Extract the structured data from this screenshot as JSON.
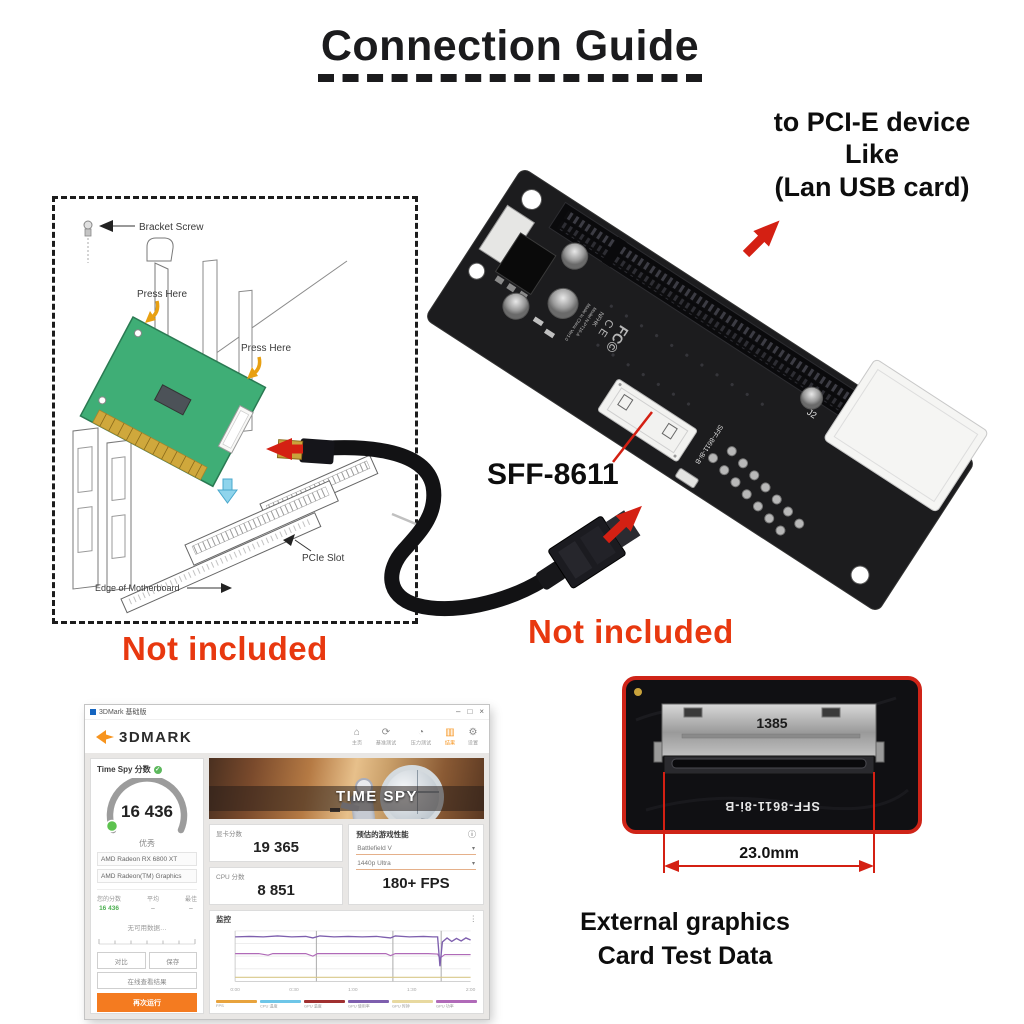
{
  "title": {
    "text": "Connection Guide"
  },
  "callouts": {
    "to_pcie": {
      "line1": "to PCI-E device",
      "line2": "Like",
      "line3": "(Lan USB card)"
    },
    "sff8611": "SFF-8611",
    "not_included_left": "Not included",
    "not_included_right": "Not included",
    "external_line1": "External graphics",
    "external_line2": "Card Test Data"
  },
  "install_diagram": {
    "bracket_screw": "Bracket Screw",
    "press_here_top": "Press Here",
    "press_here_right": "Press Here",
    "pcie_slot": "PCIe Slot",
    "edge_of_motherboard": "Edge of Motherboard"
  },
  "adapter_board": {
    "fcc_mark": "FC©",
    "ce_mark": "C E",
    "brand": "NFHK",
    "model": "Model N-PT16-A",
    "origin": "Made In China Ver1.0",
    "j2": "J2",
    "silkscreen": "SFF-8611-8i-B"
  },
  "connector_photo": {
    "shell_marking": "1385",
    "silkscreen": "SFF-8611-8i-B",
    "dimension_label": "23.0mm"
  },
  "benchmark_window": {
    "titlebar": {
      "title": "3DMark 基础版",
      "minimize": "–",
      "maximize": "□",
      "close": "×"
    },
    "logo_text": "3DMARK",
    "nav": [
      {
        "icon": "⌂",
        "label": "主页"
      },
      {
        "icon": "⟳",
        "label": "基准测试"
      },
      {
        "icon": "◔",
        "label": "压力测试"
      },
      {
        "icon": "▥",
        "label": "结果"
      },
      {
        "icon": "⚙",
        "label": "设置"
      }
    ],
    "result_panel": {
      "title": "Time Spy 分数",
      "check": "✓",
      "score": "16 436",
      "grade": "优秀",
      "gpu_primary": "AMD Radeon RX 6800 XT",
      "gpu_secondary": "AMD Radeon(TM) Graphics",
      "table_headers": [
        "您的分数",
        "平均",
        "最佳"
      ],
      "table_row": [
        "16 436",
        "–",
        "–"
      ],
      "no_data": "无可用数据…",
      "btn_compare": "对比",
      "btn_save": "保存",
      "btn_view_online": "在线查看结果",
      "btn_rerun": "再次运行"
    },
    "hero_title": "TIME SPY",
    "scores": {
      "graphics_label": "显卡分数",
      "graphics_value": "19 365",
      "cpu_label": "CPU 分数",
      "cpu_value": "8 851"
    },
    "game_performance": {
      "title": "预估的游戏性能",
      "info_icon": "ⓘ",
      "game": "Battlefield V",
      "preset": "1440p Ultra",
      "caret": "▾",
      "fps": "180+ FPS"
    },
    "monitor_title": "监控",
    "monitor_menu": "⋮"
  },
  "chart_data": {
    "type": "line",
    "title": "监控",
    "x_axis": {
      "ticks": [
        "0:00",
        "0:30",
        "1:00",
        "1:30",
        "2:00"
      ],
      "range": [
        0,
        100
      ]
    },
    "y_axis": {
      "range": [
        0,
        100
      ],
      "gridlines": true
    },
    "markers_x": [
      34.5,
      67,
      87.5
    ],
    "series": [
      {
        "name": "GPU 使用率",
        "color": "#7e5fae",
        "points": [
          [
            0,
            88
          ],
          [
            6,
            89
          ],
          [
            12,
            88
          ],
          [
            18,
            90
          ],
          [
            24,
            88
          ],
          [
            30,
            89
          ],
          [
            33,
            86
          ],
          [
            36,
            90
          ],
          [
            42,
            88
          ],
          [
            48,
            89
          ],
          [
            54,
            88
          ],
          [
            60,
            89
          ],
          [
            66,
            86
          ],
          [
            68,
            90
          ],
          [
            74,
            88
          ],
          [
            80,
            89
          ],
          [
            84,
            88
          ],
          [
            86,
            88
          ],
          [
            87,
            30
          ],
          [
            88,
            78
          ],
          [
            90,
            86
          ],
          [
            92,
            79
          ],
          [
            94,
            85
          ],
          [
            96,
            80
          ],
          [
            98,
            86
          ],
          [
            100,
            82
          ]
        ]
      },
      {
        "name": "GPU 时钟",
        "color": "#b06ab8",
        "points": [
          [
            0,
            55
          ],
          [
            10,
            55
          ],
          [
            14,
            52
          ],
          [
            16,
            55
          ],
          [
            30,
            55
          ],
          [
            33,
            50
          ],
          [
            35,
            55
          ],
          [
            50,
            55
          ],
          [
            64,
            55
          ],
          [
            66,
            51
          ],
          [
            68,
            55
          ],
          [
            82,
            55
          ],
          [
            86,
            54
          ],
          [
            87,
            46
          ],
          [
            89,
            53
          ],
          [
            100,
            53
          ]
        ]
      },
      {
        "name": "GPU 温度",
        "color": "#d8c88a",
        "points": [
          [
            0,
            8
          ],
          [
            100,
            8
          ]
        ]
      }
    ],
    "legend": [
      {
        "label": "FPS",
        "color": "#e8a33d"
      },
      {
        "label": "CPU 温度",
        "color": "#6ec6e8"
      },
      {
        "label": "GPU 温度",
        "color": "#a03030"
      },
      {
        "label": "GPU 使用率",
        "color": "#7e5fae"
      },
      {
        "label": "GPU 时钟",
        "color": "#e8d9a0"
      },
      {
        "label": "GPU 功率",
        "color": "#b06ab8"
      }
    ]
  }
}
